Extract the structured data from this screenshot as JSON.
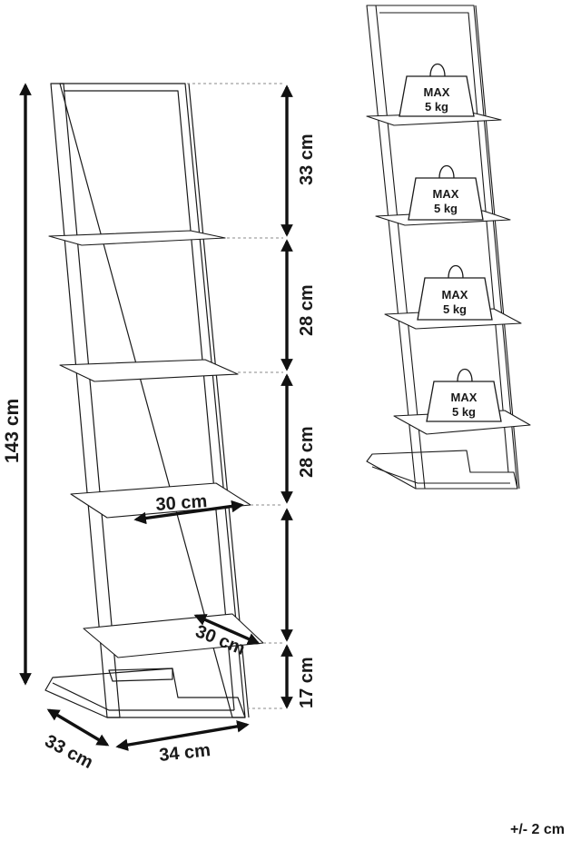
{
  "dimensions": {
    "total_height": "143 cm",
    "gap_top": "33 cm",
    "gap_second": "28 cm",
    "gap_third": "28 cm",
    "gap_bottom": "17 cm",
    "shelf_width": "30 cm",
    "shelf_depth": "30 cm",
    "base_depth": "33 cm",
    "base_width": "34 cm"
  },
  "weight_labels": [
    {
      "line1": "MAX",
      "line2": "5 kg"
    },
    {
      "line1": "MAX",
      "line2": "5 kg"
    },
    {
      "line1": "MAX",
      "line2": "5 kg"
    },
    {
      "line1": "MAX",
      "line2": "5 kg"
    }
  ],
  "tolerance": "+/- 2 cm"
}
